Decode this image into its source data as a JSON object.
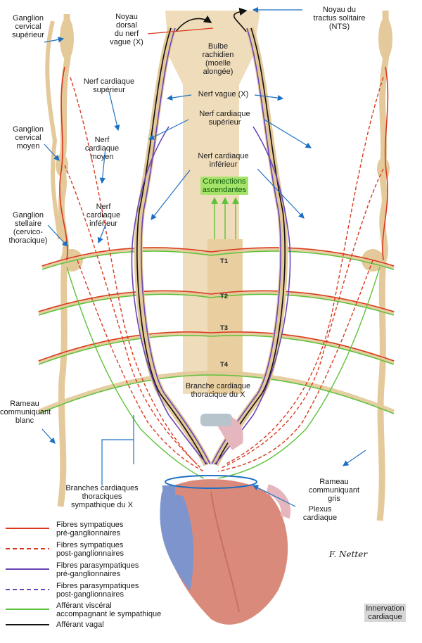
{
  "labels": {
    "ganglion_sup": "Ganglion\ncervical\nsupérieur",
    "ganglion_moyen": "Ganglion\ncervical\nmoyen",
    "ganglion_stellaire": "Ganglion\nstellaire\n(cervico-\nthoracique)",
    "noyau_dorsal": "Noyau\ndorsal\ndu nerf\nvague (X)",
    "noyau_nts": "Noyau du\ntractus solitaire\n(NTS)",
    "bulbe": "Bulbe\nrachidien\n(moelle\nalongée)",
    "nerf_card_sup_left": "Nerf cardiaque\nsupérieur",
    "nerf_card_moyen": "Nerf\ncardiaque\nmoyen",
    "nerf_card_inf_left": "Nerf\ncardiaque\ninférieur",
    "nerf_vague": "Nerf vague (X)",
    "nerf_card_sup_center": "Nerf cardiaque\nsupérieur",
    "nerf_card_inf_center": "Nerf cardiaque\ninférieur",
    "connections": "Connections\nascendantes",
    "branche_thoracique": "Branche cardiaque\nthoracique du X",
    "rameau_blanc": "Rameau\ncommuniquant\nblanc",
    "branches_sympathique": "Branches cardiaques\nthoraciques\nsympathique du X",
    "rameau_gris": "Rameau\ncommuniquant\ngris",
    "plexus": "Plexus\ncardiaque",
    "title": "Innervation\ncardiaque",
    "signature": "F. Netter"
  },
  "segments": [
    "T1",
    "T2",
    "T3",
    "T4"
  ],
  "legend": [
    {
      "text": "Fibres sympatiques\npré-ganglionnaires",
      "color": "#d9381e",
      "dash": false
    },
    {
      "text": "Fibres sympatiques\npost-ganglionnaires",
      "color": "#d9381e",
      "dash": true
    },
    {
      "text": "Fibres parasympatiques\npré-ganglionnaires",
      "color": "#6a45b5",
      "dash": false
    },
    {
      "text": "Fibres parasympatiques\npost-ganglionnaires",
      "color": "#6a45b5",
      "dash": true
    },
    {
      "text": "Afférant viscéral\naccompagnant le sympathique",
      "color": "#5cc23a",
      "dash": false
    },
    {
      "text": "Afférant vagal",
      "color": "#111111",
      "dash": false
    }
  ],
  "colors": {
    "nerve_tan": "#e4c99a",
    "red": "#d9381e",
    "purple": "#6a45b5",
    "green": "#5cc23a",
    "black": "#111111",
    "pointer": "#1c70c4"
  }
}
